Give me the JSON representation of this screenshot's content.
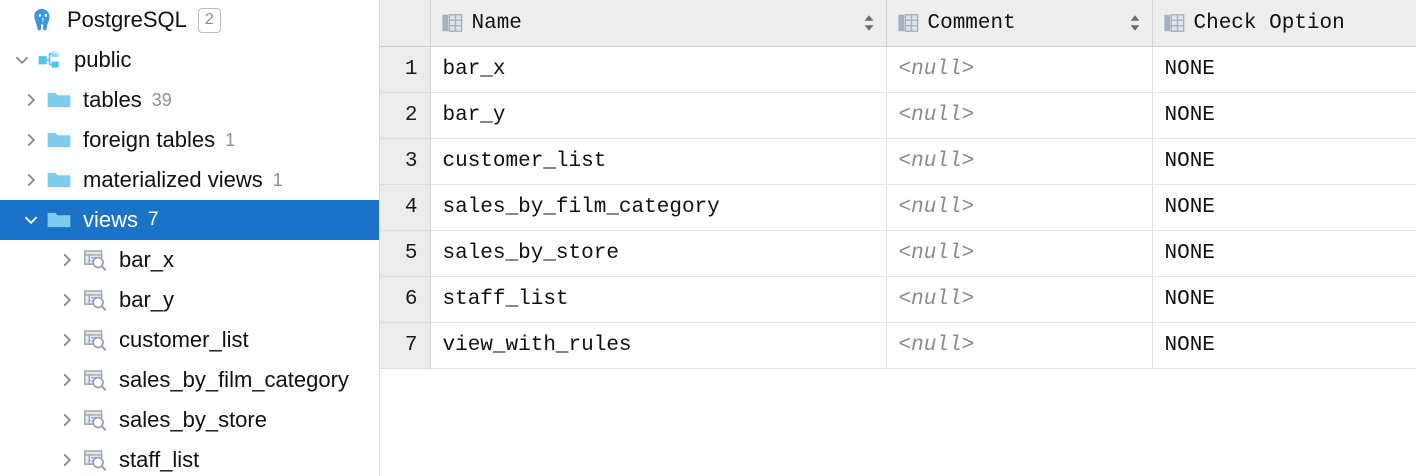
{
  "sidebar": {
    "items": [
      {
        "label": "PostgreSQL",
        "icon": "postgres-elephant-icon",
        "badge": "2",
        "count": "",
        "twisty": "none",
        "level": 0,
        "selected": false,
        "name": "sidebar-item-postgresql"
      },
      {
        "label": "public",
        "icon": "schema-icon",
        "badge": "",
        "count": "",
        "twisty": "expanded-partial",
        "level": 1,
        "selected": false,
        "name": "sidebar-item-public"
      },
      {
        "label": "tables",
        "icon": "folder-icon",
        "badge": "",
        "count": "39",
        "twisty": "collapsed",
        "level": 2,
        "selected": false,
        "name": "sidebar-item-tables"
      },
      {
        "label": "foreign tables",
        "icon": "folder-icon",
        "badge": "",
        "count": "1",
        "twisty": "collapsed",
        "level": 2,
        "selected": false,
        "name": "sidebar-item-foreign-tables"
      },
      {
        "label": "materialized views",
        "icon": "folder-icon",
        "badge": "",
        "count": "1",
        "twisty": "collapsed",
        "level": 2,
        "selected": false,
        "name": "sidebar-item-materialized-views"
      },
      {
        "label": "views",
        "icon": "folder-icon",
        "badge": "",
        "count": "7",
        "twisty": "expanded",
        "level": 2,
        "selected": true,
        "name": "sidebar-item-views"
      },
      {
        "label": "bar_x",
        "icon": "view-icon",
        "badge": "",
        "count": "",
        "twisty": "collapsed",
        "level": 3,
        "selected": false,
        "name": "sidebar-item-bar-x"
      },
      {
        "label": "bar_y",
        "icon": "view-icon",
        "badge": "",
        "count": "",
        "twisty": "collapsed",
        "level": 3,
        "selected": false,
        "name": "sidebar-item-bar-y"
      },
      {
        "label": "customer_list",
        "icon": "view-icon",
        "badge": "",
        "count": "",
        "twisty": "collapsed",
        "level": 3,
        "selected": false,
        "name": "sidebar-item-customer-list"
      },
      {
        "label": "sales_by_film_category",
        "icon": "view-icon",
        "badge": "",
        "count": "",
        "twisty": "collapsed",
        "level": 3,
        "selected": false,
        "name": "sidebar-item-sales-by-film-category"
      },
      {
        "label": "sales_by_store",
        "icon": "view-icon",
        "badge": "",
        "count": "",
        "twisty": "collapsed",
        "level": 3,
        "selected": false,
        "name": "sidebar-item-sales-by-store"
      },
      {
        "label": "staff_list",
        "icon": "view-icon",
        "badge": "",
        "count": "",
        "twisty": "collapsed",
        "level": 3,
        "selected": false,
        "name": "sidebar-item-staff-list"
      }
    ]
  },
  "grid": {
    "columns": [
      {
        "label": "Name",
        "icon": "column-icon",
        "sortable": true
      },
      {
        "label": "Comment",
        "icon": "column-icon",
        "sortable": true
      },
      {
        "label": "Check Option",
        "icon": "column-icon",
        "sortable": false
      }
    ],
    "null_text": "<null>",
    "rows": [
      {
        "num": "1",
        "name": "bar_x",
        "comment": "<null>",
        "check_option": "NONE"
      },
      {
        "num": "2",
        "name": "bar_y",
        "comment": "<null>",
        "check_option": "NONE"
      },
      {
        "num": "3",
        "name": "customer_list",
        "comment": "<null>",
        "check_option": "NONE"
      },
      {
        "num": "4",
        "name": "sales_by_film_category",
        "comment": "<null>",
        "check_option": "NONE"
      },
      {
        "num": "5",
        "name": "sales_by_store",
        "comment": "<null>",
        "check_option": "NONE"
      },
      {
        "num": "6",
        "name": "staff_list",
        "comment": "<null>",
        "check_option": "NONE"
      },
      {
        "num": "7",
        "name": "view_with_rules",
        "comment": "<null>",
        "check_option": "NONE"
      }
    ]
  },
  "colors": {
    "selection_blue": "#1a73c7",
    "folder_blue": "#7fcdee",
    "postgres_blue": "#3a97dd",
    "header_grey": "#eeeeee",
    "null_grey": "#8b8b8b"
  }
}
